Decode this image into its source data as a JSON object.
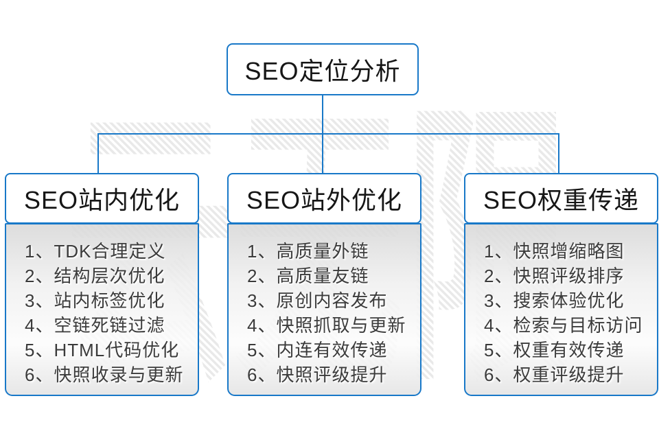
{
  "colors": {
    "accent": "#1878c8",
    "watermark_stripe": "#e9e9e9"
  },
  "root": {
    "title": "SEO定位分析"
  },
  "watermark": {
    "text": "云无限"
  },
  "columns": [
    {
      "id": "onsite",
      "title": "SEO站内优化",
      "items": [
        "1、TDK合理定义",
        "2、结构层次优化",
        "3、站内标签优化",
        "4、空链死链过滤",
        "5、HTML代码优化",
        "6、快照收录与更新"
      ]
    },
    {
      "id": "offsite",
      "title": "SEO站外优化",
      "items": [
        "1、高质量外链",
        "2、高质量友链",
        "3、原创内容发布",
        "4、快照抓取与更新",
        "5、内连有效传递",
        "6、快照评级提升"
      ]
    },
    {
      "id": "weight",
      "title": "SEO权重传递",
      "items": [
        "1、快照增缩略图",
        "2、快照评级排序",
        "3、搜索体验优化",
        "4、检索与目标访问",
        "5、权重有效传递",
        "6、权重评级提升"
      ]
    }
  ]
}
